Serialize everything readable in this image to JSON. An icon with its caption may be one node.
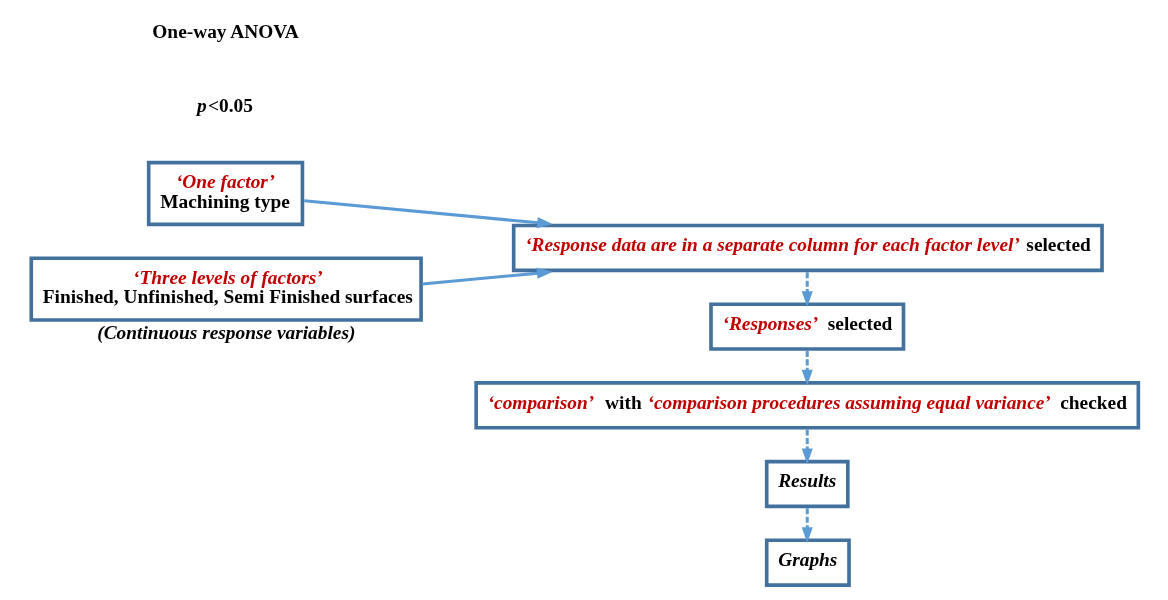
{
  "diagram": {
    "nodes": [
      {
        "text": [
          "‘One factor’",
          "Machining type"
        ]
      },
      {
        "text": [
          "‘Three levels of factors’",
          "Finished, Unfinished, Semi Finished surfaces"
        ],
        "beside": [
          "(Continuous response variables)"
        ]
      },
      {
        "text": [
          "*‘Response data are in a separate column for each factor level’* selected"
        ]
      },
      {
        "text": [
          "*‘Responses’* selected"
        ]
      },
      {
        "text": [
          "*‘comparison’* with *‘comparison procedures assuming equal variance’* checked"
        ]
      },
      {
        "text": [
          "Results"
        ]
      },
      {
        "text": [
          "Graphs"
        ]
      }
    ],
    "edges": [
      {
        "from": 0,
        "to": 2,
        "arrow": "to"
      },
      {
        "from": 1,
        "to": 2,
        "arrow": "to"
      },
      {
        "from": 2,
        "to": 3,
        "arrow": "to",
        "style": "dashed"
      },
      {
        "from": 3,
        "to": 4,
        "arrow": "to",
        "style": "dashed"
      },
      {
        "from": 4,
        "to": 5,
        "arrow": "to",
        "style": "dashed"
      },
      {
        "from": 5,
        "to": 6,
        "arrow": "to",
        "style": "dashed"
      }
    ],
    "labels": [
      "*p*<0.05",
      "One-way ANOVA"
    ]
  }
}
